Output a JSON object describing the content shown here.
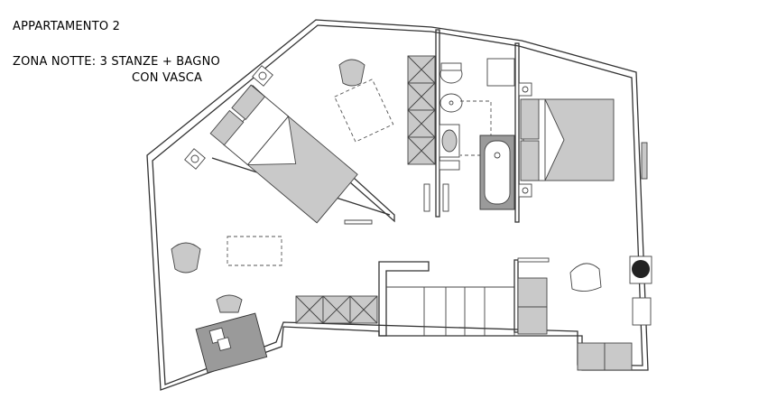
{
  "plan": {
    "title": "APPARTAMENTO 2",
    "subtitle_line1": "ZONA NOTTE: 3 STANZE + BAGNO",
    "subtitle_line2": "CON VASCA"
  }
}
